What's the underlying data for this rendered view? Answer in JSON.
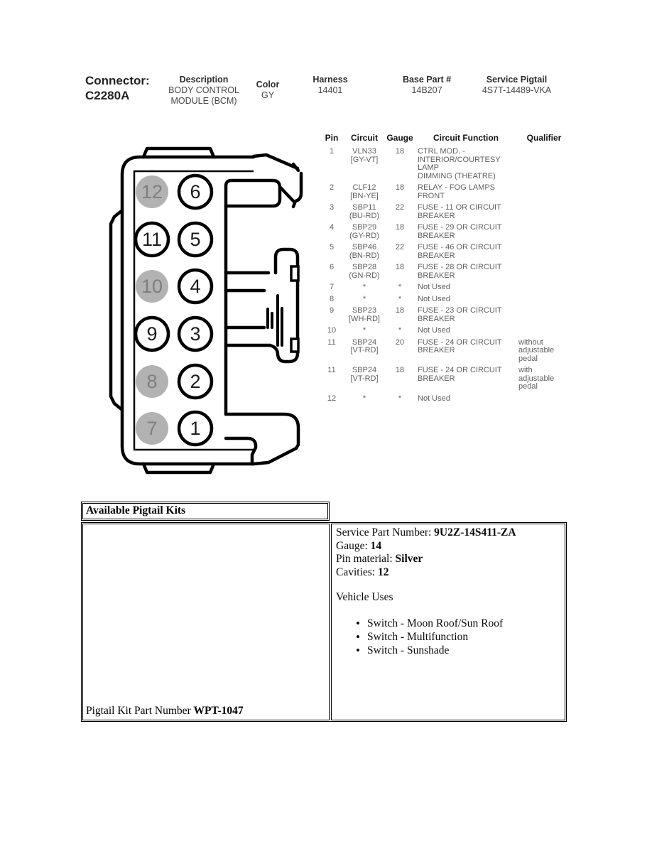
{
  "header": {
    "connector_label": "Connector:",
    "connector_id": "C2280A",
    "fields": [
      {
        "name": "description",
        "label": "Description",
        "lines": [
          "BODY CONTROL",
          "MODULE (BCM)"
        ]
      },
      {
        "name": "color",
        "label": "Color",
        "lines": [
          "GY"
        ]
      },
      {
        "name": "harness",
        "label": "Harness",
        "lines": [
          "14401"
        ]
      },
      {
        "name": "base-part",
        "label": "Base Part #",
        "lines": [
          "14B207"
        ]
      },
      {
        "name": "service-pigtail",
        "label": "Service Pigtail",
        "lines": [
          "4S7T-14489-VKA"
        ]
      }
    ]
  },
  "connector_diagram": {
    "shaded_fill": "#b2b2b2",
    "shaded_number_color": "#7f7f7f",
    "pin_number_color": "#1c1c1c",
    "outline_color": "#000000",
    "pins": [
      {
        "number": "12",
        "col": 0,
        "row": 0,
        "shaded": true
      },
      {
        "number": "11",
        "col": 0,
        "row": 1,
        "shaded": false
      },
      {
        "number": "10",
        "col": 0,
        "row": 2,
        "shaded": true
      },
      {
        "number": "9",
        "col": 0,
        "row": 3,
        "shaded": false
      },
      {
        "number": "8",
        "col": 0,
        "row": 4,
        "shaded": true
      },
      {
        "number": "7",
        "col": 0,
        "row": 5,
        "shaded": true
      },
      {
        "number": "6",
        "col": 1,
        "row": 0,
        "shaded": false
      },
      {
        "number": "5",
        "col": 1,
        "row": 1,
        "shaded": false
      },
      {
        "number": "4",
        "col": 1,
        "row": 2,
        "shaded": false
      },
      {
        "number": "3",
        "col": 1,
        "row": 3,
        "shaded": false
      },
      {
        "number": "2",
        "col": 1,
        "row": 4,
        "shaded": false
      },
      {
        "number": "1",
        "col": 1,
        "row": 5,
        "shaded": false
      }
    ]
  },
  "pin_table": {
    "columns": [
      "Pin",
      "Circuit",
      "Gauge",
      "Circuit Function",
      "Qualifier"
    ],
    "rows": [
      {
        "pin": "1",
        "circuit": "VLN33",
        "wire_color": "[GY-VT]",
        "gauge": "18",
        "function_lines": [
          "CTRL MOD. -",
          "INTERIOR/COURTESY LAMP",
          "DIMMING (THEATRE)"
        ],
        "qualifier_lines": []
      },
      {
        "pin": "2",
        "circuit": "CLF12",
        "wire_color": "[BN-YE]",
        "gauge": "18",
        "function_lines": [
          "RELAY - FOG LAMPS",
          "FRONT"
        ],
        "qualifier_lines": []
      },
      {
        "pin": "3",
        "circuit": "SBP11",
        "wire_color": "(BU-RD)",
        "gauge": "22",
        "function_lines": [
          "FUSE - 11 OR CIRCUIT",
          "BREAKER"
        ],
        "qualifier_lines": []
      },
      {
        "pin": "4",
        "circuit": "SBP29",
        "wire_color": "(GY-RD)",
        "gauge": "18",
        "function_lines": [
          "FUSE - 29 OR CIRCUIT",
          "BREAKER"
        ],
        "qualifier_lines": []
      },
      {
        "pin": "5",
        "circuit": "SBP46",
        "wire_color": "(BN-RD)",
        "gauge": "22",
        "function_lines": [
          "FUSE - 46 OR CIRCUIT",
          "BREAKER"
        ],
        "qualifier_lines": []
      },
      {
        "pin": "6",
        "circuit": "SBP28",
        "wire_color": "(GN-RD)",
        "gauge": "18",
        "function_lines": [
          "FUSE - 28 OR CIRCUIT",
          "BREAKER"
        ],
        "qualifier_lines": []
      },
      {
        "pin": "7",
        "circuit": "*",
        "wire_color": "",
        "gauge": "*",
        "function_lines": [
          "Not Used"
        ],
        "qualifier_lines": []
      },
      {
        "pin": "8",
        "circuit": "*",
        "wire_color": "",
        "gauge": "*",
        "function_lines": [
          "Not Used"
        ],
        "qualifier_lines": []
      },
      {
        "pin": "9",
        "circuit": "SBP23",
        "wire_color": "[WH-RD]",
        "gauge": "18",
        "function_lines": [
          "FUSE - 23 OR CIRCUIT",
          "BREAKER"
        ],
        "qualifier_lines": []
      },
      {
        "pin": "10",
        "circuit": "*",
        "wire_color": "",
        "gauge": "*",
        "function_lines": [
          "Not Used"
        ],
        "qualifier_lines": []
      },
      {
        "pin": "11",
        "circuit": "SBP24",
        "wire_color": "[VT-RD]",
        "gauge": "20",
        "function_lines": [
          "FUSE - 24 OR CIRCUIT",
          "BREAKER"
        ],
        "qualifier_lines": [
          "without",
          "adjustable",
          "pedal"
        ]
      },
      {
        "pin": "11",
        "circuit": "SBP24",
        "wire_color": "[VT-RD]",
        "gauge": "18",
        "function_lines": [
          "FUSE - 24 OR CIRCUIT",
          "BREAKER"
        ],
        "qualifier_lines": [
          "with",
          "adjustable",
          "pedal"
        ]
      },
      {
        "pin": "12",
        "circuit": "*",
        "wire_color": "",
        "gauge": "*",
        "function_lines": [
          "Not Used"
        ],
        "qualifier_lines": []
      }
    ]
  },
  "pigtail_kits": {
    "title": "Available Pigtail Kits",
    "details": [
      {
        "label": "Service Part Number: ",
        "value": "9U2Z-14S411-ZA"
      },
      {
        "label": "Gauge: ",
        "value": "14"
      },
      {
        "label": "Pin material: ",
        "value": "Silver"
      },
      {
        "label": "Cavities: ",
        "value": "12"
      }
    ],
    "vehicle_uses_title": "Vehicle Uses",
    "vehicle_uses": [
      "Switch - Moon Roof/Sun Roof",
      "Switch - Multifunction",
      "Switch - Sunshade"
    ],
    "kit_label": "Pigtail Kit Part Number ",
    "kit_number": "WPT-1047"
  }
}
